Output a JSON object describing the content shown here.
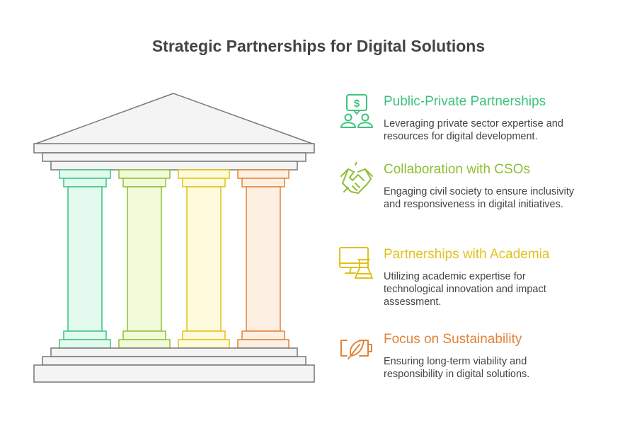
{
  "title": "Strategic Partnerships for Digital Solutions",
  "items": [
    {
      "title": "Public-Private Partnerships",
      "description": "Leveraging private sector expertise and resources for digital development.",
      "color": "#3ec37e",
      "icon": "money-people-icon"
    },
    {
      "title": "Collaboration with CSOs",
      "description": "Engaging civil society to ensure inclusivity and responsiveness in digital initiatives.",
      "color": "#8fbf34",
      "icon": "handshake-icon"
    },
    {
      "title": "Partnerships with Academia",
      "description": "Utilizing academic expertise for technological innovation and impact assessment.",
      "color": "#e0c21a",
      "icon": "computer-flask-icon"
    },
    {
      "title": "Focus on Sustainability",
      "description": "Ensuring long-term viability and responsibility in digital solutions.",
      "color": "#e0843a",
      "icon": "eco-battery-icon"
    }
  ],
  "pillars": [
    {
      "fill": "#e2fbee",
      "stroke": "#3ec37e"
    },
    {
      "fill": "#f1fbda",
      "stroke": "#8fbf34"
    },
    {
      "fill": "#fefadc",
      "stroke": "#e0c21a"
    },
    {
      "fill": "#fdefe1",
      "stroke": "#e0843a"
    }
  ]
}
